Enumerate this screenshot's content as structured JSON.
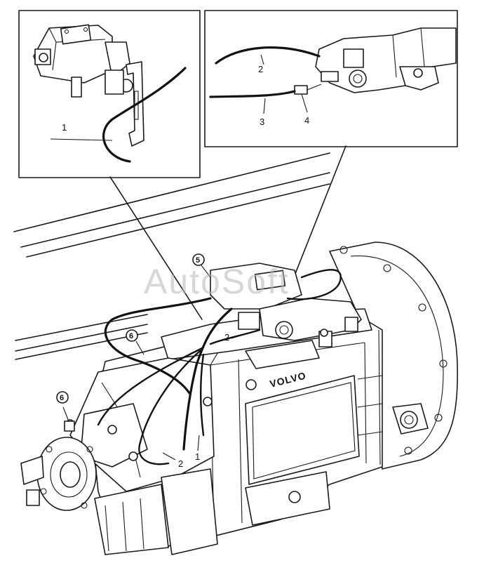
{
  "callouts": {
    "c1": "1",
    "c2_top": "2",
    "c3": "3",
    "c4": "4",
    "c2_mid": "2",
    "c2_low": "2",
    "c1_low": "1"
  },
  "circled": {
    "c5": "5",
    "c6a": "6",
    "c6b": "6"
  },
  "brand_text": "VOLVO",
  "watermark": "AutoSoft"
}
